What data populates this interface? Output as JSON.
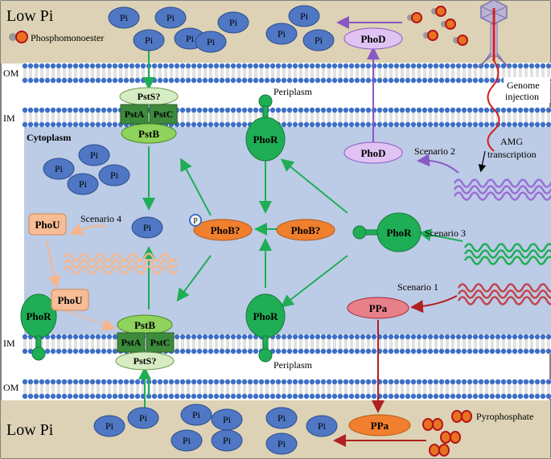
{
  "regions": {
    "top_extracellular": "Low Pi",
    "bottom_extracellular": "Low Pi",
    "outer_membrane": "OM",
    "inner_membrane": "IM",
    "cytoplasm": "Cytoplasm",
    "periplasm_top": "Periplasm",
    "periplasm_bottom": "Periplasm"
  },
  "legend": {
    "phosphomonoester": "Phosphomonoester",
    "pyrophosphate": "Pyrophosphate"
  },
  "phage": {
    "genome_injection": "Genome injection",
    "amg_transcription": "AMG transcription"
  },
  "molecules": {
    "pi": "Pi",
    "phosphate_tag": "P"
  },
  "proteins": {
    "psts": "PstS?",
    "psta": "PstA",
    "pstc": "PstC",
    "pstb": "PstB",
    "phor": "PhoR",
    "phob": "PhoB?",
    "phou": "PhoU",
    "phod": "PhoD",
    "ppa": "PPa"
  },
  "scenarios": {
    "s1": "Scenario 1",
    "s2": "Scenario 2",
    "s3": "Scenario 3",
    "s4": "Scenario 4"
  },
  "colors": {
    "extracellular": "#ddd2b5",
    "cytoplasm": "#bccbe6",
    "membrane_head": "#3d6fc6",
    "pi_fill": "#4f77c4",
    "green": "#1fae55",
    "green_light": "#8fd35d",
    "orange": "#f07f2e",
    "purple": "#8a58c4",
    "red": "#b02020",
    "peach": "#f6bd96"
  }
}
